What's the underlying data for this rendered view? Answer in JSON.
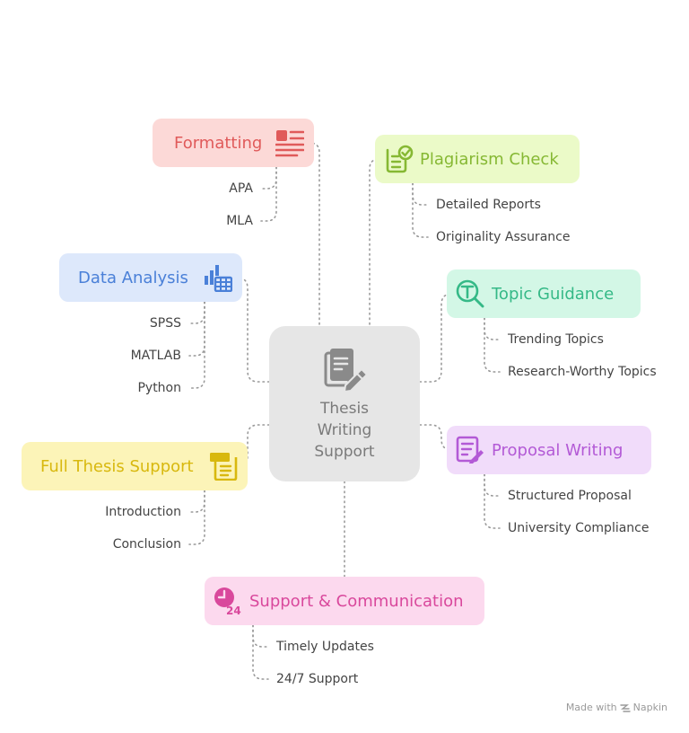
{
  "center": {
    "line1": "Thesis",
    "line2": "Writing",
    "line3": "Support",
    "icon": "document-pen-icon"
  },
  "branches": {
    "formatting": {
      "title": "Formatting",
      "icon": "list-document-icon",
      "color": "#e05a5a",
      "bg": "#fcd9d7",
      "items": [
        "APA",
        "MLA"
      ]
    },
    "plagiarism": {
      "title": "Plagiarism Check",
      "icon": "checked-document-icon",
      "color": "#86b833",
      "bg": "#ebfac8",
      "items": [
        "Detailed Reports",
        "Originality Assurance"
      ]
    },
    "data": {
      "title": "Data Analysis",
      "icon": "bar-chart-table-icon",
      "color": "#4a80d8",
      "bg": "#dde8fb",
      "items": [
        "SPSS",
        "MATLAB",
        "Python"
      ]
    },
    "topic": {
      "title": "Topic Guidance",
      "icon": "topic-search-icon",
      "color": "#35b987",
      "bg": "#d3f7e6",
      "items": [
        "Trending Topics",
        "Research-Worthy Topics"
      ]
    },
    "fullthesis": {
      "title": "Full Thesis Support",
      "icon": "notepad-icon",
      "color": "#d8b80e",
      "bg": "#fcf4b8",
      "items": [
        "Introduction",
        "Conclusion"
      ]
    },
    "proposal": {
      "title": "Proposal Writing",
      "icon": "proposal-edit-icon",
      "color": "#b35ad6",
      "bg": "#f1dcfa",
      "items": [
        "Structured Proposal",
        "University Compliance"
      ]
    },
    "support": {
      "title": "Support & Communication",
      "icon": "clock-24-icon",
      "color": "#d9489c",
      "bg": "#fcd9ee",
      "items": [
        "Timely Updates",
        "24/7 Support"
      ]
    }
  },
  "credit": {
    "prefix": "Made with",
    "brand": "Napkin",
    "icon": "napkin-logo-icon"
  }
}
